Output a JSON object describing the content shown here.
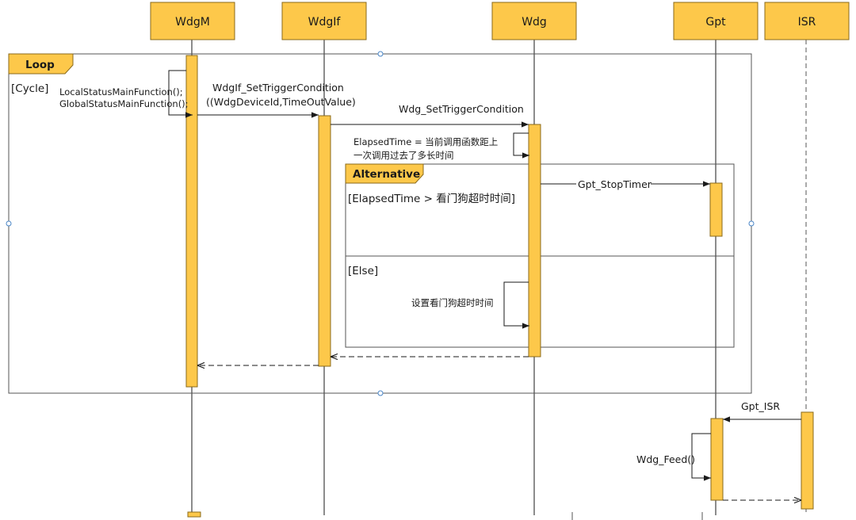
{
  "colors": {
    "accent": "#FDC84A",
    "accent_border": "#8A6A1A",
    "frame": "#555555",
    "line": "#1a1a1a",
    "handle": "#4A86C7"
  },
  "lifelines": [
    {
      "name": "WdgM"
    },
    {
      "name": "WdgIf"
    },
    {
      "name": "Wdg"
    },
    {
      "name": "Gpt"
    },
    {
      "name": "ISR"
    }
  ],
  "fragments": {
    "loop": {
      "tag": "Loop",
      "guard": "[Cycle]"
    },
    "alt": {
      "tag": "Alternative",
      "guard1": "[ElapsedTime > 看门狗超时时间]",
      "guard2": "[Else]"
    }
  },
  "messages": {
    "wdgm_self_1": "LocalStatusMainFunction();",
    "wdgm_self_2": "GlobalStatusMainFunction();",
    "wdgif_call_1": "WdgIf_SetTriggerCondition",
    "wdgif_call_2": "((WdgDeviceId,TimeOutValue)",
    "wdg_call": "Wdg_SetTriggerCondition",
    "elapsed_1": "ElapsedTime = 当前调用函数距上",
    "elapsed_2": "一次调用过去了多长时间",
    "stop_timer": "Gpt_StopTimer",
    "set_timeout": "设置看门狗超时时间",
    "gpt_isr": "Gpt_ISR",
    "wdg_feed": "Wdg_Feed()"
  }
}
